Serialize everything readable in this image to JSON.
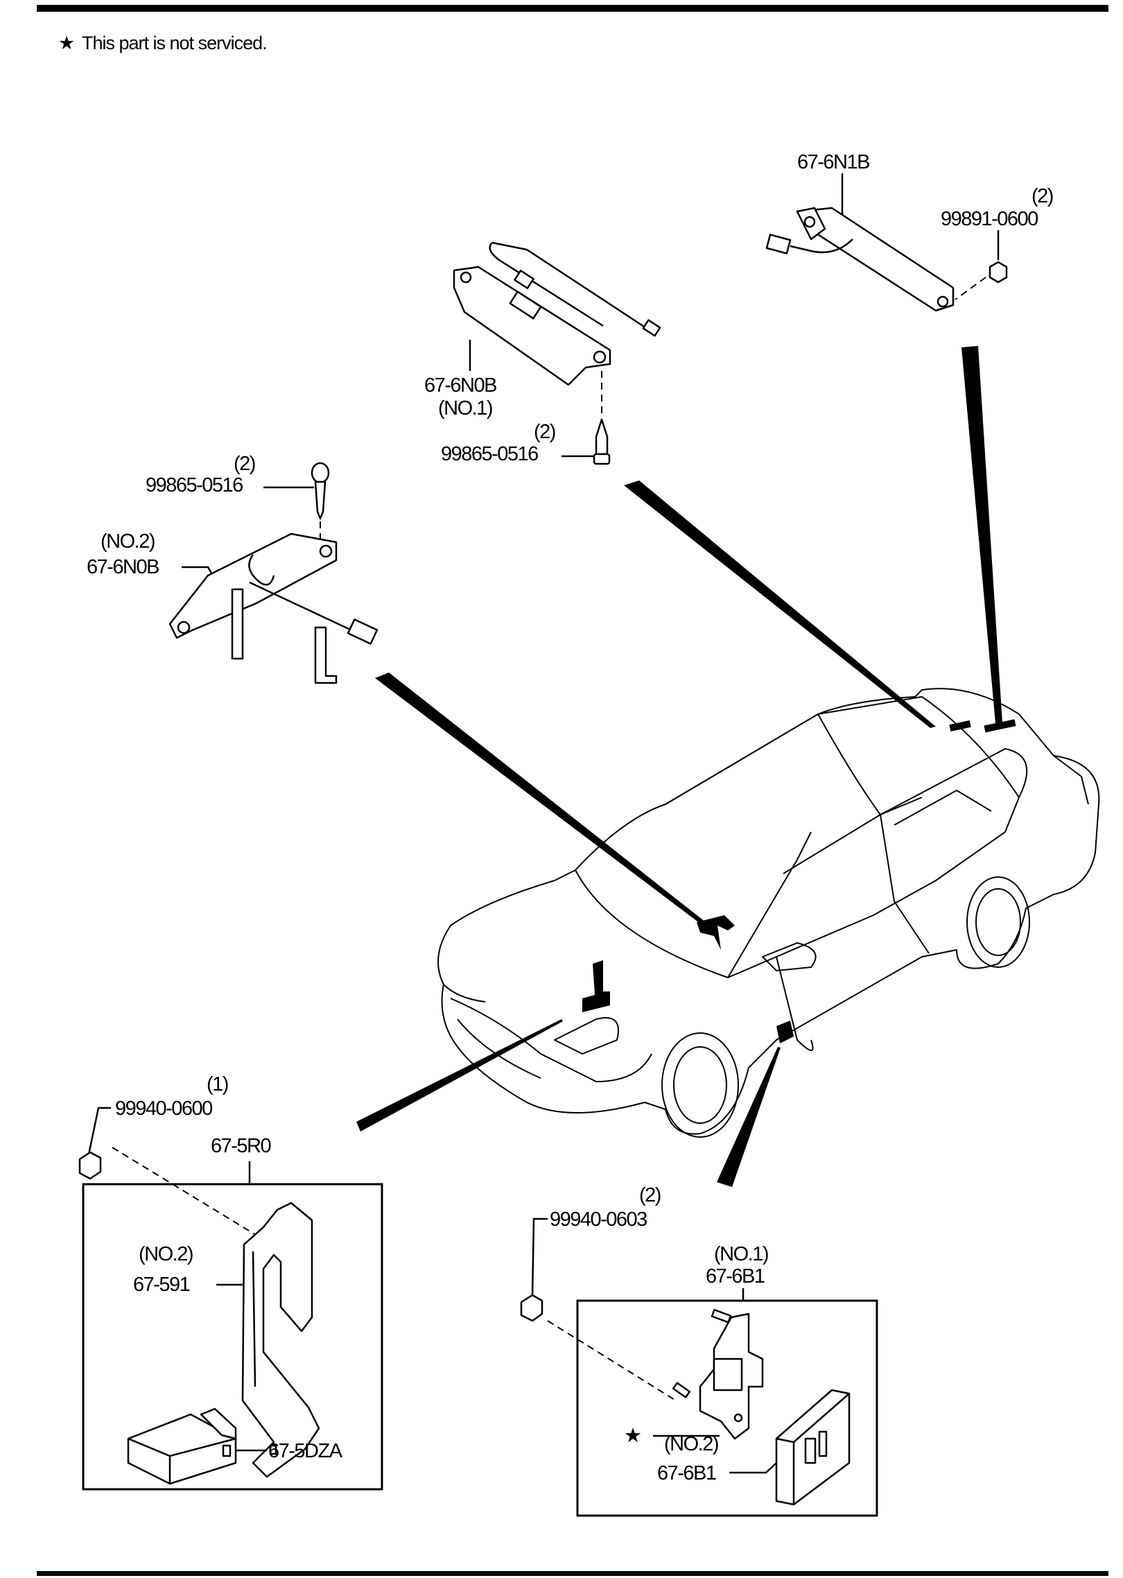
{
  "note": {
    "symbol": "★",
    "text": "This part is not serviced."
  },
  "labels": {
    "antenna_rear": "67-6N1B",
    "nut_rear_qty": "(2)",
    "nut_rear": "99891-0600",
    "antenna_no1": "67-6N0B",
    "antenna_no1_tag": "(NO.1)",
    "screw_no1_qty": "(2)",
    "screw_no1": "99865-0516",
    "screw_no2_qty": "(2)",
    "screw_no2": "99865-0516",
    "antenna_no2_tag": "(NO.2)",
    "antenna_no2": "67-6N0B",
    "nut_front_qty": "(1)",
    "nut_front": "99940-0600",
    "unit_assy": "67-5R0",
    "bracket_tag": "(NO.2)",
    "bracket": "67-591",
    "module": "67-5DZA",
    "nut_side_qty": "(2)",
    "nut_side": "99940-0603",
    "side_no1_tag": "(NO.1)",
    "side_no1": "67-6B1",
    "star_marker": "★",
    "side_no2_tag": "(NO.2)",
    "side_no2": "67-6B1"
  }
}
